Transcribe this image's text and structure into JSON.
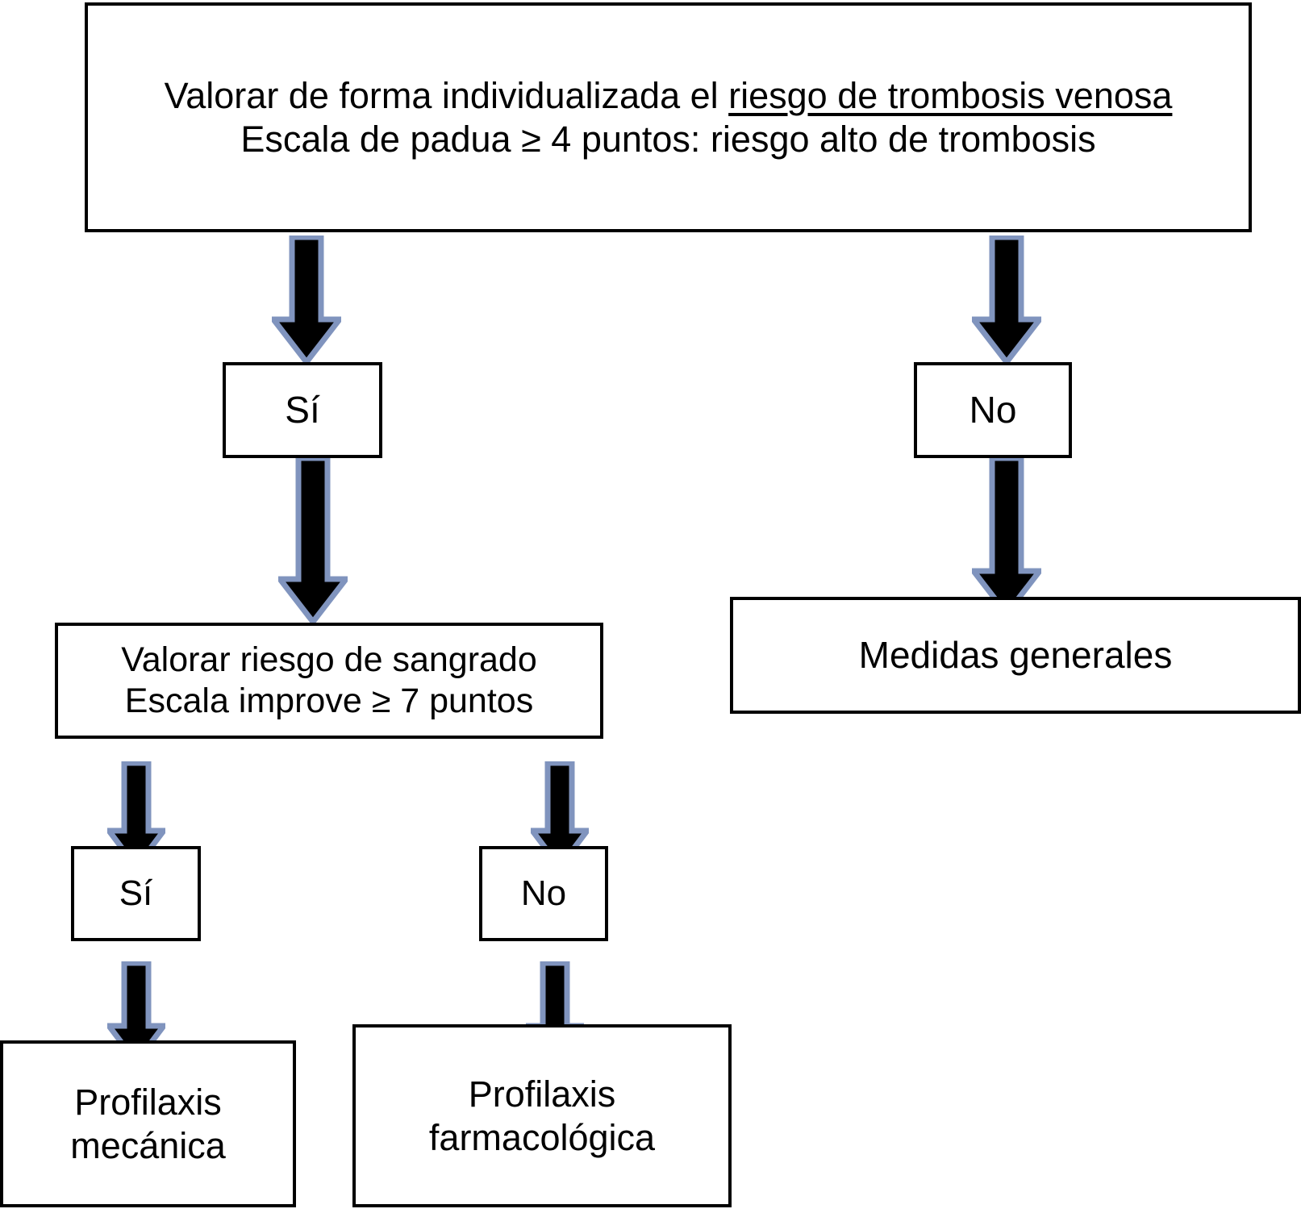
{
  "diagram": {
    "type": "flowchart",
    "title_node": {
      "line1_prefix": "Valorar de forma individualizada el ",
      "line1_underlined": "riesgo de trombosis venosa",
      "line2": "Escala de padua ≥ 4 puntos: riesgo alto de trombosis"
    },
    "nodes": {
      "decision_si_1": "Sí",
      "decision_no_1": "No",
      "bleeding_risk_line1": "Valorar riesgo de sangrado",
      "bleeding_risk_line2": "Escala improve ≥ 7 puntos",
      "general_measures": "Medidas generales",
      "decision_si_2": "Sí",
      "decision_no_2": "No",
      "prophylaxis_mechanical_line1": "Profilaxis",
      "prophylaxis_mechanical_line2": "mecánica",
      "prophylaxis_pharma_line1": "Profilaxis",
      "prophylaxis_pharma_line2": "farmacológica"
    },
    "arrows": [
      {
        "name": "arrow-top-to-si1",
        "from": "title_node",
        "to": "decision_si_1"
      },
      {
        "name": "arrow-top-to-no1",
        "from": "title_node",
        "to": "decision_no_1"
      },
      {
        "name": "arrow-si1-to-bleed",
        "from": "decision_si_1",
        "to": "bleeding_risk"
      },
      {
        "name": "arrow-no1-to-gen",
        "from": "decision_no_1",
        "to": "general_measures"
      },
      {
        "name": "arrow-bleed-to-si2",
        "from": "bleeding_risk",
        "to": "decision_si_2"
      },
      {
        "name": "arrow-bleed-to-no2",
        "from": "bleeding_risk",
        "to": "decision_no_2"
      },
      {
        "name": "arrow-si2-to-mech",
        "from": "decision_si_2",
        "to": "prophylaxis_mechanical"
      },
      {
        "name": "arrow-no2-to-pharm",
        "from": "decision_no_2",
        "to": "prophylaxis_pharma"
      }
    ],
    "colors": {
      "background": "#ffffff",
      "box_border": "#000000",
      "box_fill": "#ffffff",
      "text": "#000000",
      "arrow_fill": "#000000",
      "arrow_outline": "#8094be"
    }
  }
}
